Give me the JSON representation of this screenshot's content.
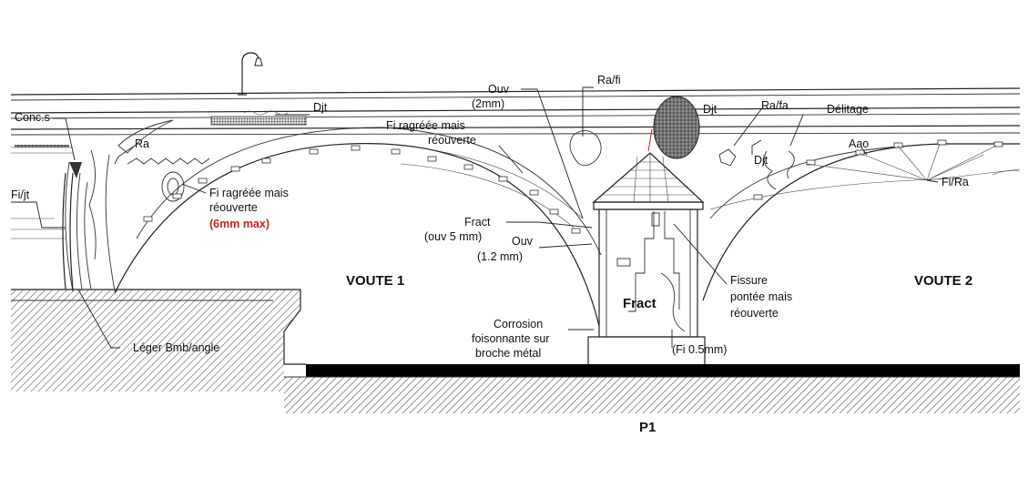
{
  "labels": {
    "conc_s": "Conc.s",
    "ra_left": "Ra",
    "fi_jt": "Fi/jt",
    "djt_top": "Djt",
    "fi_ragree_left_1": "Fi ragréée mais",
    "fi_ragree_left_2": "réouverte",
    "fi_ragree_left_3": "(6mm max)",
    "voute_1": "VOUTE 1",
    "leger_bmb": "Léger Bmb/angle",
    "ouv_2mm_1": "Ouv",
    "ouv_2mm_2": "(2mm)",
    "fi_ragree_mid_1": "Fi ragréée mais",
    "fi_ragree_mid_2": "réouverte",
    "fract_1": "Fract",
    "fract_2": "(ouv 5 mm)",
    "ouv_12_1": "Ouv",
    "ouv_12_2": "(1.2 mm)",
    "corrosion_1": "Corrosion",
    "corrosion_2": "foisonnante sur",
    "corrosion_3": "broche métal",
    "fract_pier": "Fract",
    "ra_fi": "Ra/fi",
    "djt_right": "Djt",
    "ra_fa": "Ra/fa",
    "delitage": "Délitage",
    "djt_small": "Djt",
    "aao": "Aao",
    "fi_ra": "Fi/Ra",
    "fissure_1": "Fissure",
    "fissure_2": "pontée mais",
    "fissure_3": "réouverte",
    "fi_05": "(Fi 0.5mm)",
    "voute_2": "VOUTE 2",
    "p1": "P1"
  },
  "colors": {
    "line": "#222222",
    "highlight": "#d42020",
    "fill_dark": "#333333",
    "hatch": "#555555"
  }
}
